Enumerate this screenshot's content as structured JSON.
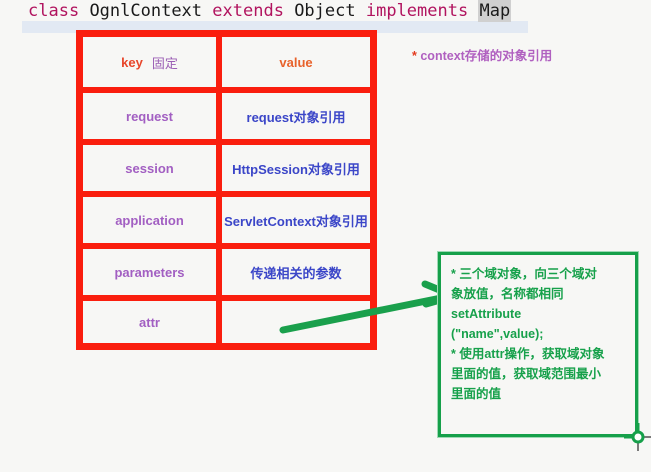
{
  "code_header": {
    "tokens": [
      {
        "text": "class",
        "style": "keyword"
      },
      {
        "text": "OgnlContext",
        "style": "identifier"
      },
      {
        "text": "extends",
        "style": "keyword"
      },
      {
        "text": "Object",
        "style": "identifier"
      },
      {
        "text": "implements",
        "style": "keyword"
      },
      {
        "text": "Map",
        "style": "highlighted"
      }
    ],
    "keyword_color": "#b1145f",
    "identifier_color": "#1a1a1a",
    "highlight_bg": "#d0d0d0",
    "selection_band_color": "#e2e9f3"
  },
  "table": {
    "border_color": "#fa1e0e",
    "header": {
      "key_label": "key",
      "key_note": "固定",
      "value_label": "value",
      "key_color": "#e8462b",
      "key_note_color": "#9b5fb5",
      "value_color": "#e8622b"
    },
    "rows": [
      {
        "key": "request",
        "value": "request对象引用"
      },
      {
        "key": "session",
        "value": "HttpSession对象引用"
      },
      {
        "key": "application",
        "value": "ServletContext对象引用"
      },
      {
        "key": "parameters",
        "value": "传递相关的参数"
      },
      {
        "key": "attr",
        "value": ""
      }
    ],
    "key_color": "#a25fc2",
    "value_color": "#3b46c8"
  },
  "note": {
    "star": "*",
    "text": "context存储的对象引用",
    "star_color": "#e33a1e",
    "text_color": "#b060c0"
  },
  "green_box": {
    "border_color": "#16a04a",
    "text_color": "#17a14b",
    "lines": [
      "* 三个域对象，向三个域对",
      "象放值，名称都相同",
      "setAttribute",
      "(\"name\",value);",
      "* 使用attr操作，获取域对象",
      "里面的值，获取域范围最小",
      "里面的值"
    ]
  },
  "arrow": {
    "color": "#1aa04c"
  },
  "resize_handle": {
    "color": "#16a04a"
  }
}
